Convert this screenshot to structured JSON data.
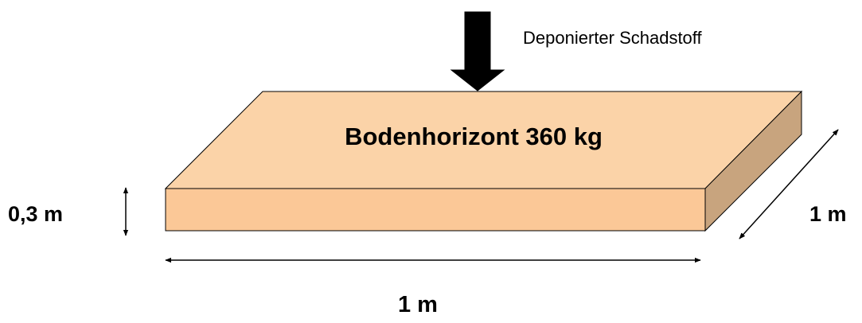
{
  "labels": {
    "deposit_label": "Deponierter Schadstoff",
    "slab_label": "Bodenhorizont 360 kg",
    "height_label": "0,3 m",
    "depth_label": "1 m",
    "width_label": "1 m"
  },
  "colors": {
    "top_face": "#fbd3a8",
    "front_face": "#fbc897",
    "side_face": "#c8a47e",
    "outline": "#000000",
    "arrow": "#000000"
  }
}
